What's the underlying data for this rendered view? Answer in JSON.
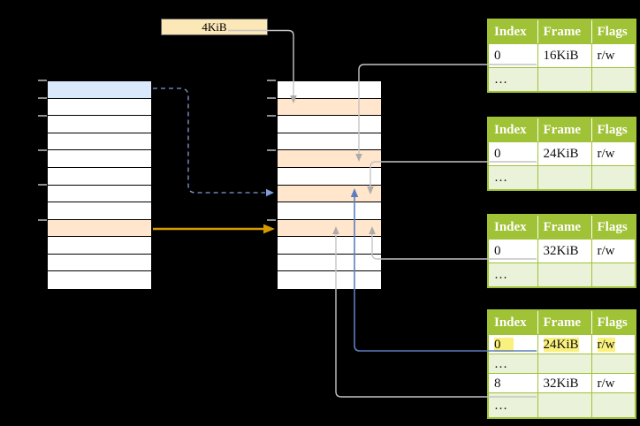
{
  "page_size_box": {
    "label": "4KiB"
  },
  "memory_columns": {
    "virtual": {
      "row_count": 12,
      "blue_rows": [
        0
      ],
      "orange_rows": [
        8
      ]
    },
    "physical": {
      "row_count": 12,
      "blue_rows": [],
      "orange_rows": [
        1,
        4,
        6,
        8
      ]
    }
  },
  "page_tables": [
    {
      "headers": [
        "Index",
        "Frame",
        "Flags"
      ],
      "rows": [
        {
          "cells": [
            "0",
            "16KiB",
            "r/w"
          ]
        },
        {
          "cells": [
            "…",
            "",
            ""
          ]
        }
      ]
    },
    {
      "headers": [
        "Index",
        "Frame",
        "Flags"
      ],
      "rows": [
        {
          "cells": [
            "0",
            "24KiB",
            "r/w"
          ]
        },
        {
          "cells": [
            "…",
            "",
            ""
          ]
        }
      ]
    },
    {
      "headers": [
        "Index",
        "Frame",
        "Flags"
      ],
      "rows": [
        {
          "cells": [
            "0",
            "32KiB",
            "r/w"
          ]
        },
        {
          "cells": [
            "…",
            "",
            ""
          ]
        }
      ]
    },
    {
      "headers": [
        "Index",
        "Frame",
        "Flags"
      ],
      "rows": [
        {
          "cells": [
            "0",
            "24KiB",
            "r/w"
          ],
          "highlighted": true
        },
        {
          "cells": [
            "…",
            "",
            ""
          ]
        },
        {
          "cells": [
            "8",
            "32KiB",
            "r/w"
          ]
        },
        {
          "cells": [
            "…",
            "",
            ""
          ]
        }
      ]
    }
  ],
  "colors": {
    "table_header_green": "#A0C236",
    "table_row_light_green": "#EBF2DA",
    "highlight_yellow": "#FAF07D",
    "memory_orange": "#FFE6CC",
    "memory_blue": "#DAE8FC",
    "size_box_cream": "#FCE7B6",
    "arrow_orange": "#D79B00",
    "arrow_blue": "#5D7EBE",
    "arrow_gray": "#C4C4C4",
    "background": "#000000"
  }
}
